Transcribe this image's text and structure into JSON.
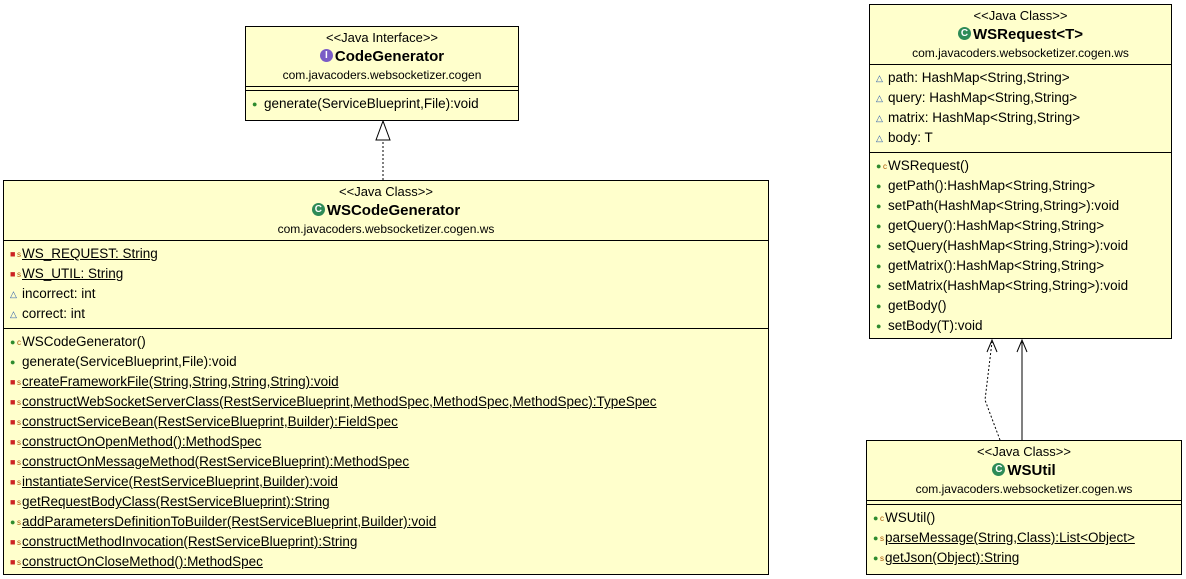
{
  "colors": {
    "box_fill": "#ffffcc",
    "public_icon": "#2e8b2e",
    "private_icon": "#cc2222",
    "interface_icon": "#7a5cc6",
    "class_icon": "#2e8b57"
  },
  "code_generator": {
    "stereotype": "<<Java Interface>>",
    "icon": "interface-icon",
    "icon_letter": "I",
    "name": "CodeGenerator",
    "package": "com.javacoders.websocketizer.cogen",
    "methods": [
      "generate(ServiceBlueprint,File):void"
    ]
  },
  "ws_code_generator": {
    "stereotype": "<<Java Class>>",
    "icon": "class-icon",
    "icon_letter": "C",
    "name": "WSCodeGenerator",
    "package": "com.javacoders.websocketizer.cogen.ws",
    "fields": [
      "WS_REQUEST: String",
      "WS_UTIL: String",
      "incorrect: int",
      "correct: int"
    ],
    "methods": [
      "WSCodeGenerator()",
      "generate(ServiceBlueprint,File):void",
      "createFrameworkFile(String,String,String,String):void",
      "constructWebSocketServerClass(RestServiceBlueprint,MethodSpec,MethodSpec,MethodSpec):TypeSpec",
      "constructServiceBean(RestServiceBlueprint,Builder):FieldSpec",
      "constructOnOpenMethod():MethodSpec",
      "constructOnMessageMethod(RestServiceBlueprint):MethodSpec",
      "instantiateService(RestServiceBlueprint,Builder):void",
      "getRequestBodyClass(RestServiceBlueprint):String",
      "addParametersDefinitionToBuilder(RestServiceBlueprint,Builder):void",
      "constructMethodInvocation(RestServiceBlueprint):String",
      "constructOnCloseMethod():MethodSpec"
    ]
  },
  "ws_request": {
    "stereotype": "<<Java Class>>",
    "icon": "class-icon",
    "icon_letter": "C",
    "name": "WSRequest<T>",
    "package": "com.javacoders.websocketizer.cogen.ws",
    "fields": [
      "path: HashMap<String,String>",
      "query: HashMap<String,String>",
      "matrix: HashMap<String,String>",
      "body: T"
    ],
    "methods": [
      "WSRequest()",
      "getPath():HashMap<String,String>",
      "setPath(HashMap<String,String>):void",
      "getQuery():HashMap<String,String>",
      "setQuery(HashMap<String,String>):void",
      "getMatrix():HashMap<String,String>",
      "setMatrix(HashMap<String,String>):void",
      "getBody()",
      "setBody(T):void"
    ]
  },
  "ws_util": {
    "stereotype": "<<Java Class>>",
    "icon": "class-icon",
    "icon_letter": "C",
    "name": "WSUtil",
    "package": "com.javacoders.websocketizer.cogen.ws",
    "methods": [
      "WSUtil()",
      "parseMessage(String,Class):List<Object>",
      "getJson(Object):String"
    ]
  }
}
